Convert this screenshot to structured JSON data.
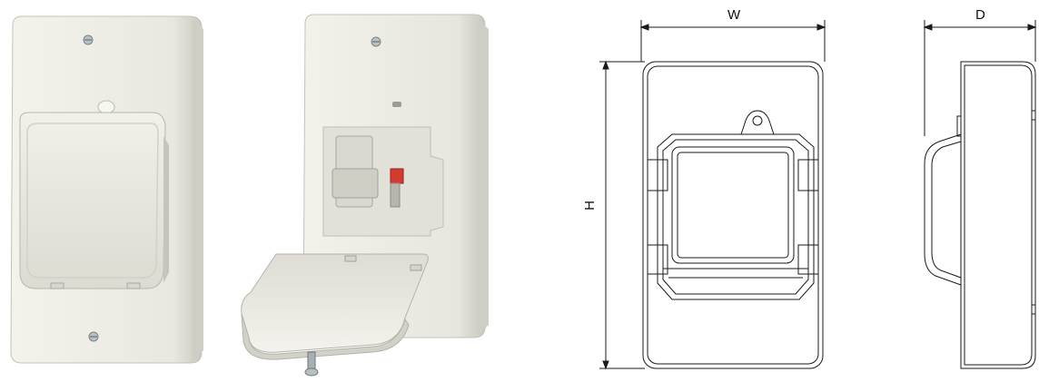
{
  "dimensions": {
    "width_label": "W",
    "depth_label": "D",
    "height_label": "H"
  },
  "colors": {
    "enclosure": "#ecebe3",
    "enclosure_shade": "#d6d5cc",
    "handle_red": "#d43a2f",
    "line": "#1a1a1a"
  },
  "icons": {
    "photo_closed": "enclosure-closed-photo",
    "photo_open": "enclosure-open-photo",
    "front_view": "front-view-drawing",
    "side_view": "side-view-drawing"
  }
}
